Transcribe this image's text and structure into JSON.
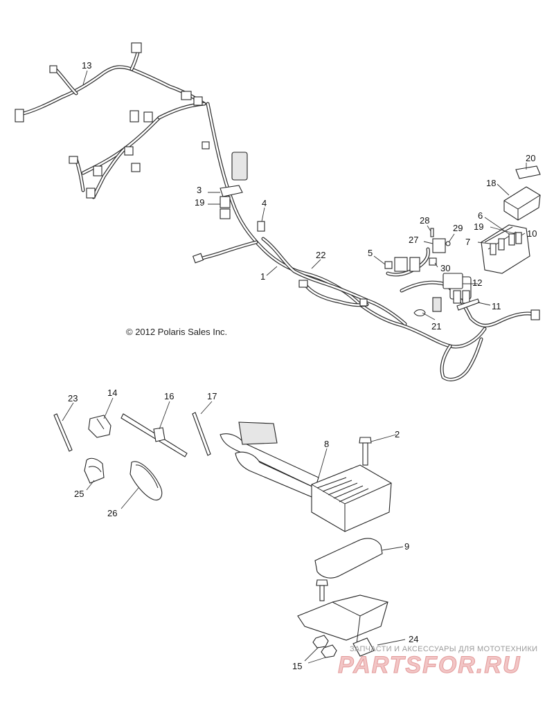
{
  "copyright": "© 2012 Polaris Sales Inc.",
  "watermark": {
    "subtitle": "ЗАПЧАСТИ И АКСЕССУАРЫ ДЛЯ МОТОТЕХНИКИ",
    "brand": "PARTSFOR.RU"
  },
  "callouts": {
    "c1": "1",
    "c2": "2",
    "c3": "3",
    "c4": "4",
    "c5": "5",
    "c6": "6",
    "c7": "7",
    "c8": "8",
    "c9": "9",
    "c10": "10",
    "c11": "11",
    "c12": "12",
    "c13": "13",
    "c14": "14",
    "c15": "15",
    "c16": "16",
    "c17": "17",
    "c18": "18",
    "c19a": "19",
    "c19b": "19",
    "c20": "20",
    "c21": "21",
    "c22": "22",
    "c23": "23",
    "c24": "24",
    "c25": "25",
    "c26": "26",
    "c27": "27",
    "c28": "28",
    "c29": "29",
    "c30": "30"
  },
  "colors": {
    "line": "#222222",
    "watermark": "#e39a9a"
  }
}
